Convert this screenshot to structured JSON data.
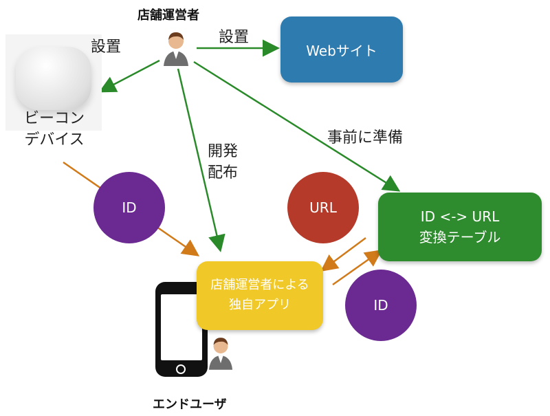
{
  "operator": {
    "title": "店舗運営者",
    "icon": "person-icon"
  },
  "end_user": {
    "title": "エンドユーザ",
    "icon": "person-icon"
  },
  "beacon": {
    "line1": "ビーコン",
    "line2": "デバイス",
    "icon": "beacon-device-icon"
  },
  "website": {
    "label": "Webサイト",
    "color": "#2e7bb0"
  },
  "table": {
    "line1": "ID <-> URL",
    "line2": "変換テーブル",
    "color": "#2e8b2e"
  },
  "app": {
    "line1": "店舗運営者による",
    "line2": "独自アプリ",
    "color": "#f0c828"
  },
  "edges": {
    "install_beacon": "設置",
    "install_web": "設置",
    "prepare": "事前に準備",
    "dev_line1": "開発",
    "dev_line2": "配布"
  },
  "badges": {
    "id_left": "ID",
    "url": "URL",
    "id_right": "ID"
  },
  "colors": {
    "green_arrow": "#2a8a2a",
    "orange_arrow": "#d07a1a",
    "purple": "#6a2a92",
    "red": "#b63a2a"
  },
  "phone": {
    "icon": "smartphone-icon"
  }
}
